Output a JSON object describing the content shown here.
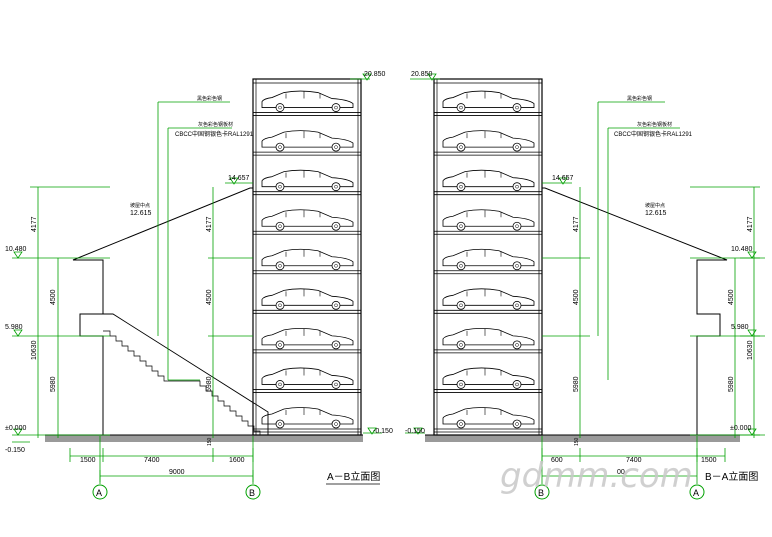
{
  "colors": {
    "frame": "#000000",
    "dimension": "#00a000",
    "leader": "#00a000",
    "annotation": "#000000",
    "ground": "#555555",
    "watermark": "#c8c8c8"
  },
  "left": {
    "top_level": "20.850",
    "roof_level": "14.657",
    "level_10480": "10.480",
    "level_5980": "5.980",
    "level_zero": "±0.000",
    "level_neg": "-0.150",
    "level_neg_right": "-0.150",
    "slope_label": "坡屋中点",
    "slope_level": "12.615",
    "note1": "黑色彩色钢",
    "note2": "灰色彩色钢板材",
    "note3": "CBCC中国钢银色卡RAL1291",
    "dim_left_4177": "4177",
    "dim_left_4500": "4500",
    "dim_left_10630": "10630",
    "dim_left_5980": "5980",
    "dim_mid_4177": "4177",
    "dim_mid_4500": "4500",
    "dim_mid_5980": "5980",
    "dim_150": "150",
    "bottom_1500": "1500",
    "bottom_7400": "7400",
    "bottom_1600": "1600",
    "bottom_9000": "9000",
    "axis_a": "A",
    "axis_b": "B",
    "title": "A－B立面图"
  },
  "right": {
    "top_level": "20.850",
    "roof_level": "14.657",
    "level_10480": "10.480",
    "level_5980": "5.980",
    "level_zero": "±0.000",
    "level_neg": "-0.150",
    "slope_label": "坡屋中点",
    "slope_level": "12.615",
    "note1": "黑色彩色钢",
    "note2": "灰色彩色钢板材",
    "note3": "CBCC中国钢银色卡RAL1291",
    "dim_right_4177": "4177",
    "dim_right_4500": "4500",
    "dim_right_10630": "10630",
    "dim_right_5980": "5980",
    "dim_mid_4177": "4177",
    "dim_mid_4500": "4500",
    "dim_mid_5980": "5980",
    "dim_150": "150",
    "bottom_600": "600",
    "bottom_7400": "7400",
    "bottom_1500": "1500",
    "bottom_mid": "00",
    "axis_b": "B",
    "axis_a": "A",
    "title": "B－A立面图"
  },
  "watermark": "gdmm.com"
}
